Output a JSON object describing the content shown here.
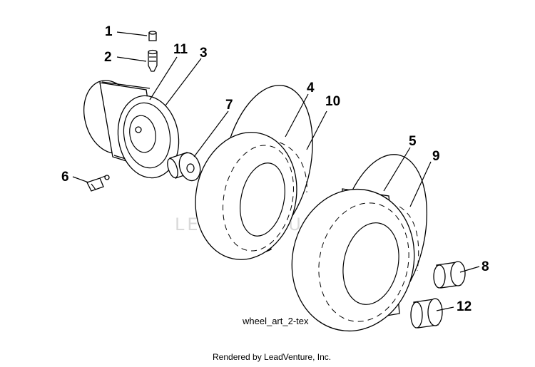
{
  "diagram": {
    "callouts": [
      "1",
      "2",
      "11",
      "3",
      "7",
      "4",
      "10",
      "5",
      "9",
      "6",
      "8",
      "12"
    ],
    "caption": "wheel_art_2-tex",
    "footer": "Rendered by LeadVenture, Inc.",
    "watermark": "LEADVENTURE"
  },
  "parts": [
    {
      "ref": "1",
      "name": "valve cap"
    },
    {
      "ref": "2",
      "name": "valve stem"
    },
    {
      "ref": "3",
      "name": "rim"
    },
    {
      "ref": "4",
      "name": "front tire"
    },
    {
      "ref": "5",
      "name": "rear tire"
    },
    {
      "ref": "6",
      "name": "grease fitting"
    },
    {
      "ref": "7",
      "name": "flanged bushing"
    },
    {
      "ref": "8",
      "name": "bearing"
    },
    {
      "ref": "9",
      "name": "rear tire tread"
    },
    {
      "ref": "10",
      "name": "front tire tread"
    },
    {
      "ref": "11",
      "name": "rim band"
    },
    {
      "ref": "12",
      "name": "bearing"
    }
  ]
}
